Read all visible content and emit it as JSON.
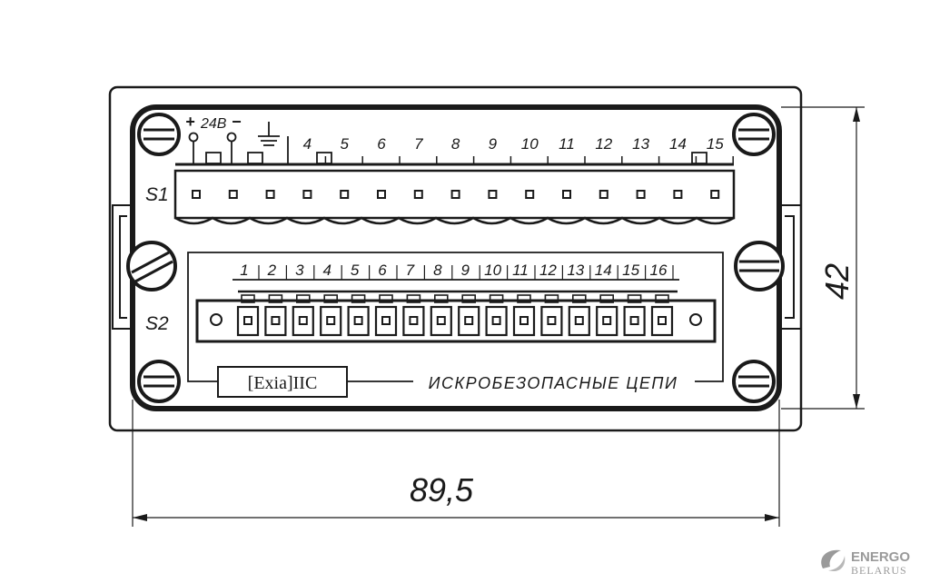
{
  "header": {
    "s1_label": "S1",
    "s2_label": "S2",
    "power": {
      "plus": "+",
      "voltage": "24В",
      "minus": "−"
    }
  },
  "s1_channels": [
    "4",
    "5",
    "6",
    "7",
    "8",
    "9",
    "10",
    "11",
    "12",
    "13",
    "14",
    "15"
  ],
  "s2_channels": [
    "1",
    "2",
    "3",
    "4",
    "5",
    "6",
    "7",
    "8",
    "9",
    "10",
    "11",
    "12",
    "13",
    "14",
    "15",
    "16"
  ],
  "marking": {
    "exia": "[Exia]IIC",
    "circuits": "ИСКРОБЕЗОПАСНЫЕ ЦЕПИ"
  },
  "dimensions": {
    "width": "89,5",
    "height": "42"
  },
  "watermark": {
    "line1": "ENERGO",
    "line2": "BELARUS"
  },
  "colors": {
    "ink": "#1a1a1a",
    "watermark": "#9a9a9a"
  }
}
